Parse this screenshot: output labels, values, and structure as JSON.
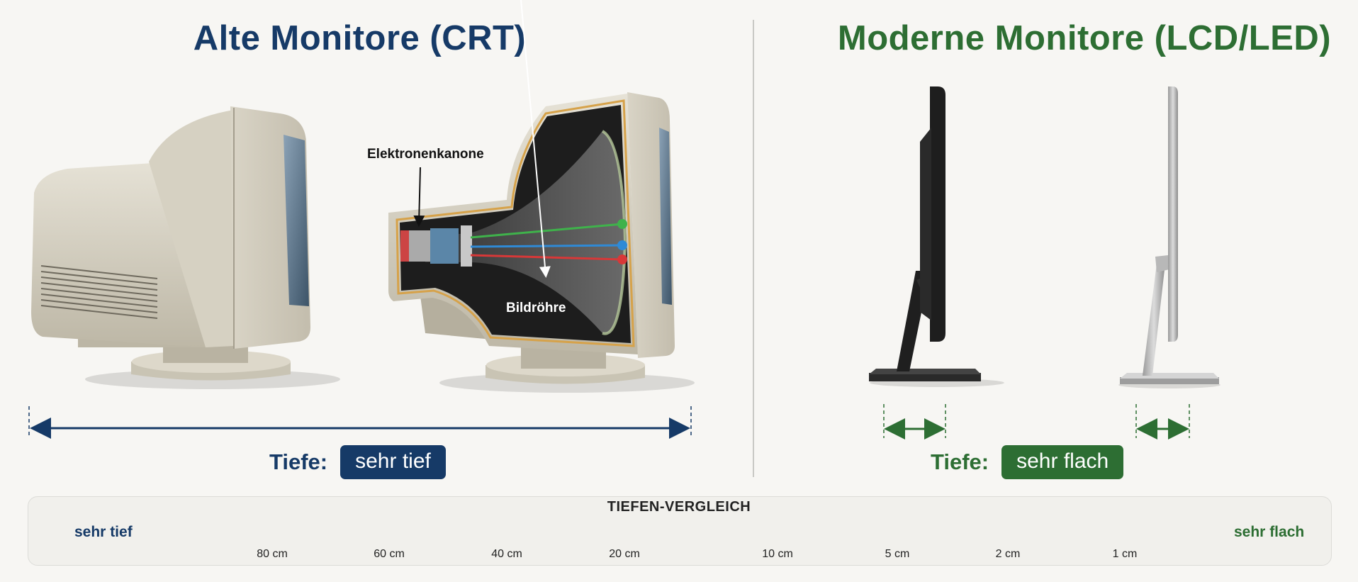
{
  "crt": {
    "title": "Alte Monitore (CRT)",
    "depth_label": "Tiefe:",
    "depth_value": "sehr tief",
    "callout_gun": "Elektronenkanone",
    "callout_tube": "Bildröhre",
    "color": "#163a67"
  },
  "lcd": {
    "title": "Moderne Monitore (LCD/LED)",
    "depth_label": "Tiefe:",
    "depth_value": "sehr flach",
    "color": "#2d6e33"
  },
  "comparison": {
    "title": "TIEFEN-VERGLEICH",
    "left_end": "sehr tief",
    "right_end": "sehr flach",
    "ticks": [
      "80 cm",
      "60 cm",
      "40 cm",
      "20 cm",
      "10 cm",
      "5 cm",
      "2 cm",
      "1 cm"
    ]
  }
}
